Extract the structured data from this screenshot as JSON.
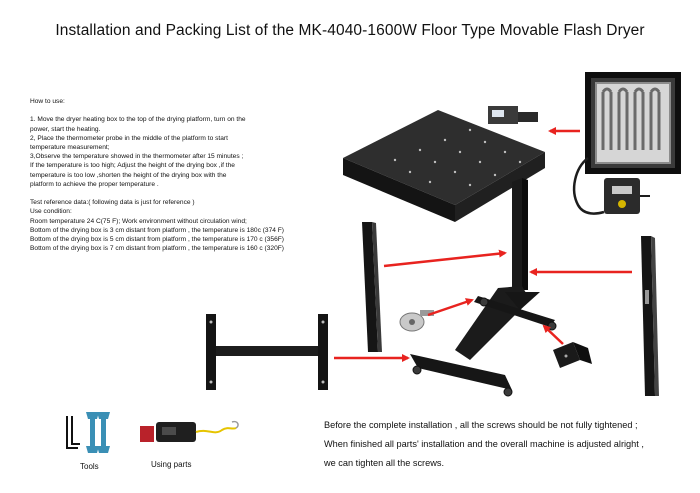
{
  "title": "Installation and Packing List of the  MK-4040-1600W Floor Type Movable Flash Dryer",
  "how_to": {
    "heading": "How to use:",
    "lines": [
      "1. Move the dryer heating box to the top of the drying platform, turn on the",
      "power, start the heating.",
      "2, Place the thermometer probe in the middle of the platform to start",
      "temperature measurement;",
      "3,Observe the temperature showed in the thermometer after 15 minutes ;",
      "If the temperature is too high; Adjust the height of the drying box ,if the",
      "temperature is too low ,shorten the height of the drying box with the",
      "platform to achieve the proper temperature ."
    ]
  },
  "test_reference": {
    "heading": "Test reference data:( following data is just for reference )",
    "use_condition": "Use condition:",
    "lines": [
      "Room temperature 24 C(75 F); Work environment without circulation wind;",
      "Bottom of the drying box is 3 cm distant from platform , the temperature is 180c (374 F)",
      "Bottom of the drying box is 5 cm distant from platform , the temperature is 170 c (356F)",
      "Bottom of the drying box is 7 cm distant from platform , the temperature is 160 c (320F)"
    ]
  },
  "installation_note": {
    "lines": [
      "Before the complete installation , all the screws should be not fully tightened ;",
      "When finished all parts'  installation and the overall machine is adjusted alright ,",
      "we can tighten all the screws."
    ]
  },
  "captions": {
    "tools": "Tools",
    "using_parts": "Using parts"
  },
  "colors": {
    "arrow": "#e8231f",
    "metal": "#1a1a1a",
    "text": "#111111"
  }
}
